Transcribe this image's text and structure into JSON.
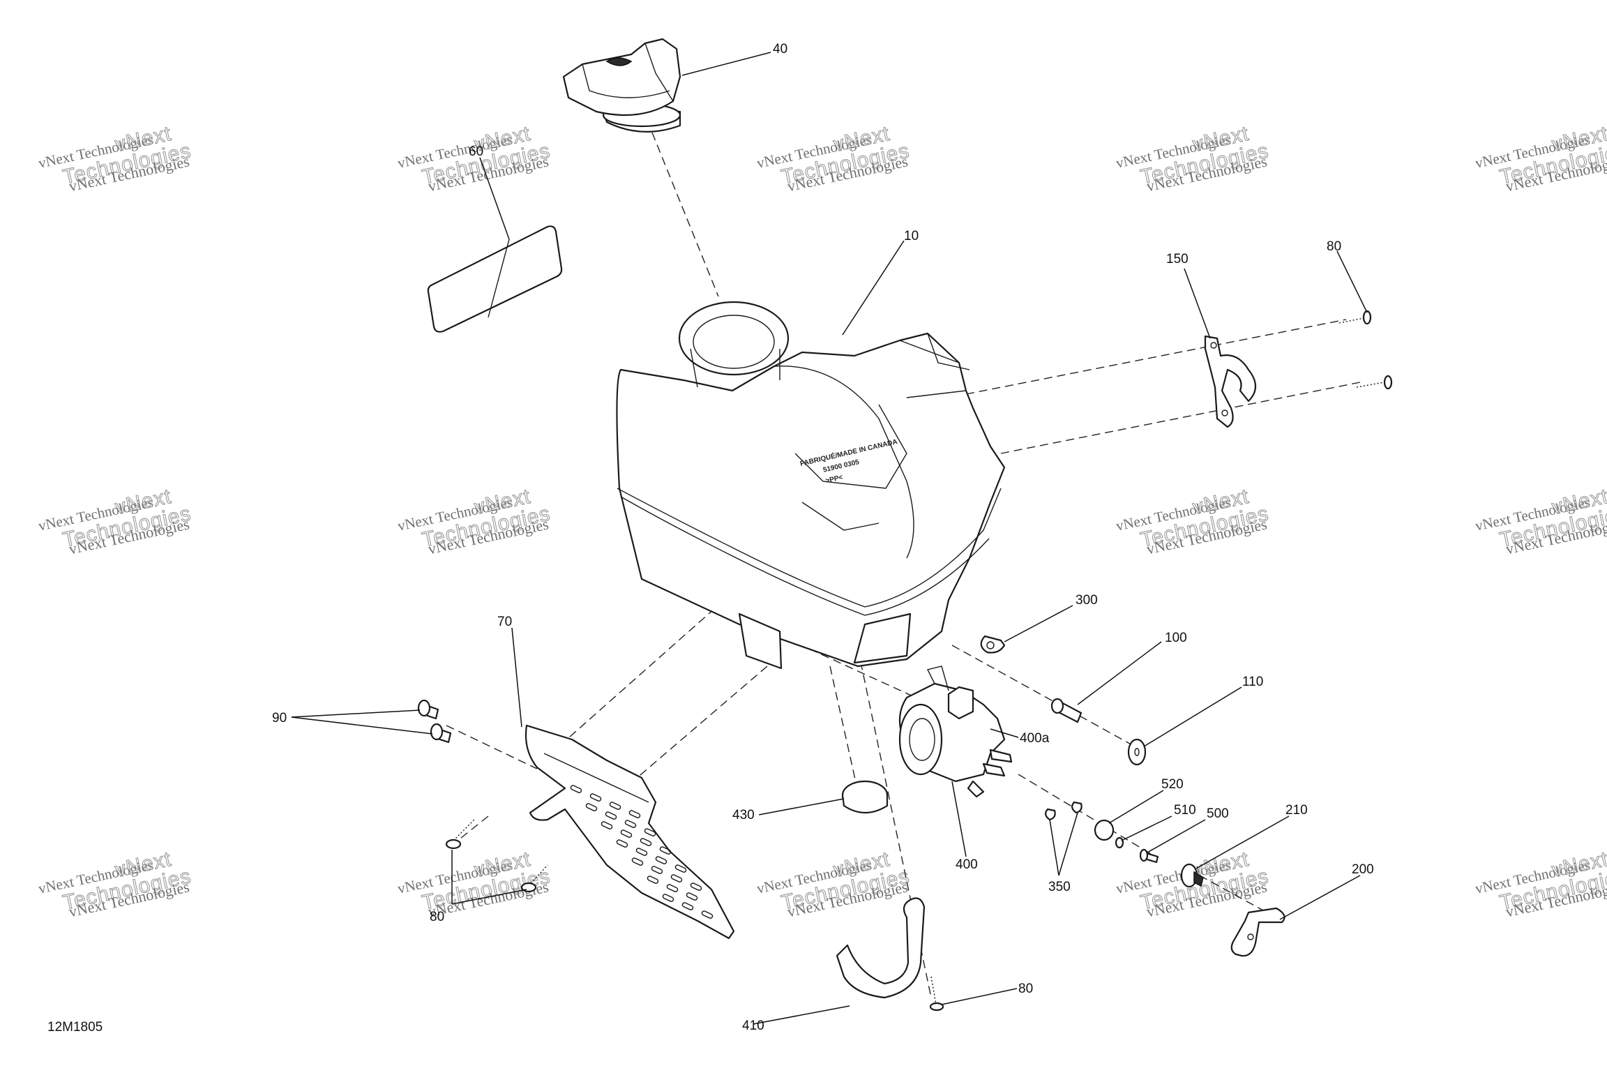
{
  "drawing": {
    "code": "12M1805",
    "embossed_lines": [
      "FABRIQUÉ/MADE IN CANADA",
      "51900     0305",
      ">PP<"
    ]
  },
  "watermark": {
    "line1": "vNext Technologies",
    "line2": "vNext",
    "line3": "Technologies"
  },
  "callouts": [
    {
      "id": "c40",
      "text": "40"
    },
    {
      "id": "c60",
      "text": "60"
    },
    {
      "id": "c10",
      "text": "10"
    },
    {
      "id": "c150",
      "text": "150"
    },
    {
      "id": "c80a",
      "text": "80"
    },
    {
      "id": "c300",
      "text": "300"
    },
    {
      "id": "c100",
      "text": "100"
    },
    {
      "id": "c110",
      "text": "110"
    },
    {
      "id": "c400a",
      "text": "400a"
    },
    {
      "id": "c70",
      "text": "70"
    },
    {
      "id": "c90",
      "text": "90"
    },
    {
      "id": "c430",
      "text": "430"
    },
    {
      "id": "c400",
      "text": "400"
    },
    {
      "id": "c520",
      "text": "520"
    },
    {
      "id": "c510",
      "text": "510"
    },
    {
      "id": "c500",
      "text": "500"
    },
    {
      "id": "c210",
      "text": "210"
    },
    {
      "id": "c350",
      "text": "350"
    },
    {
      "id": "c200",
      "text": "200"
    },
    {
      "id": "c80b",
      "text": "80"
    },
    {
      "id": "c410",
      "text": "410"
    },
    {
      "id": "c80c",
      "text": "80"
    }
  ]
}
